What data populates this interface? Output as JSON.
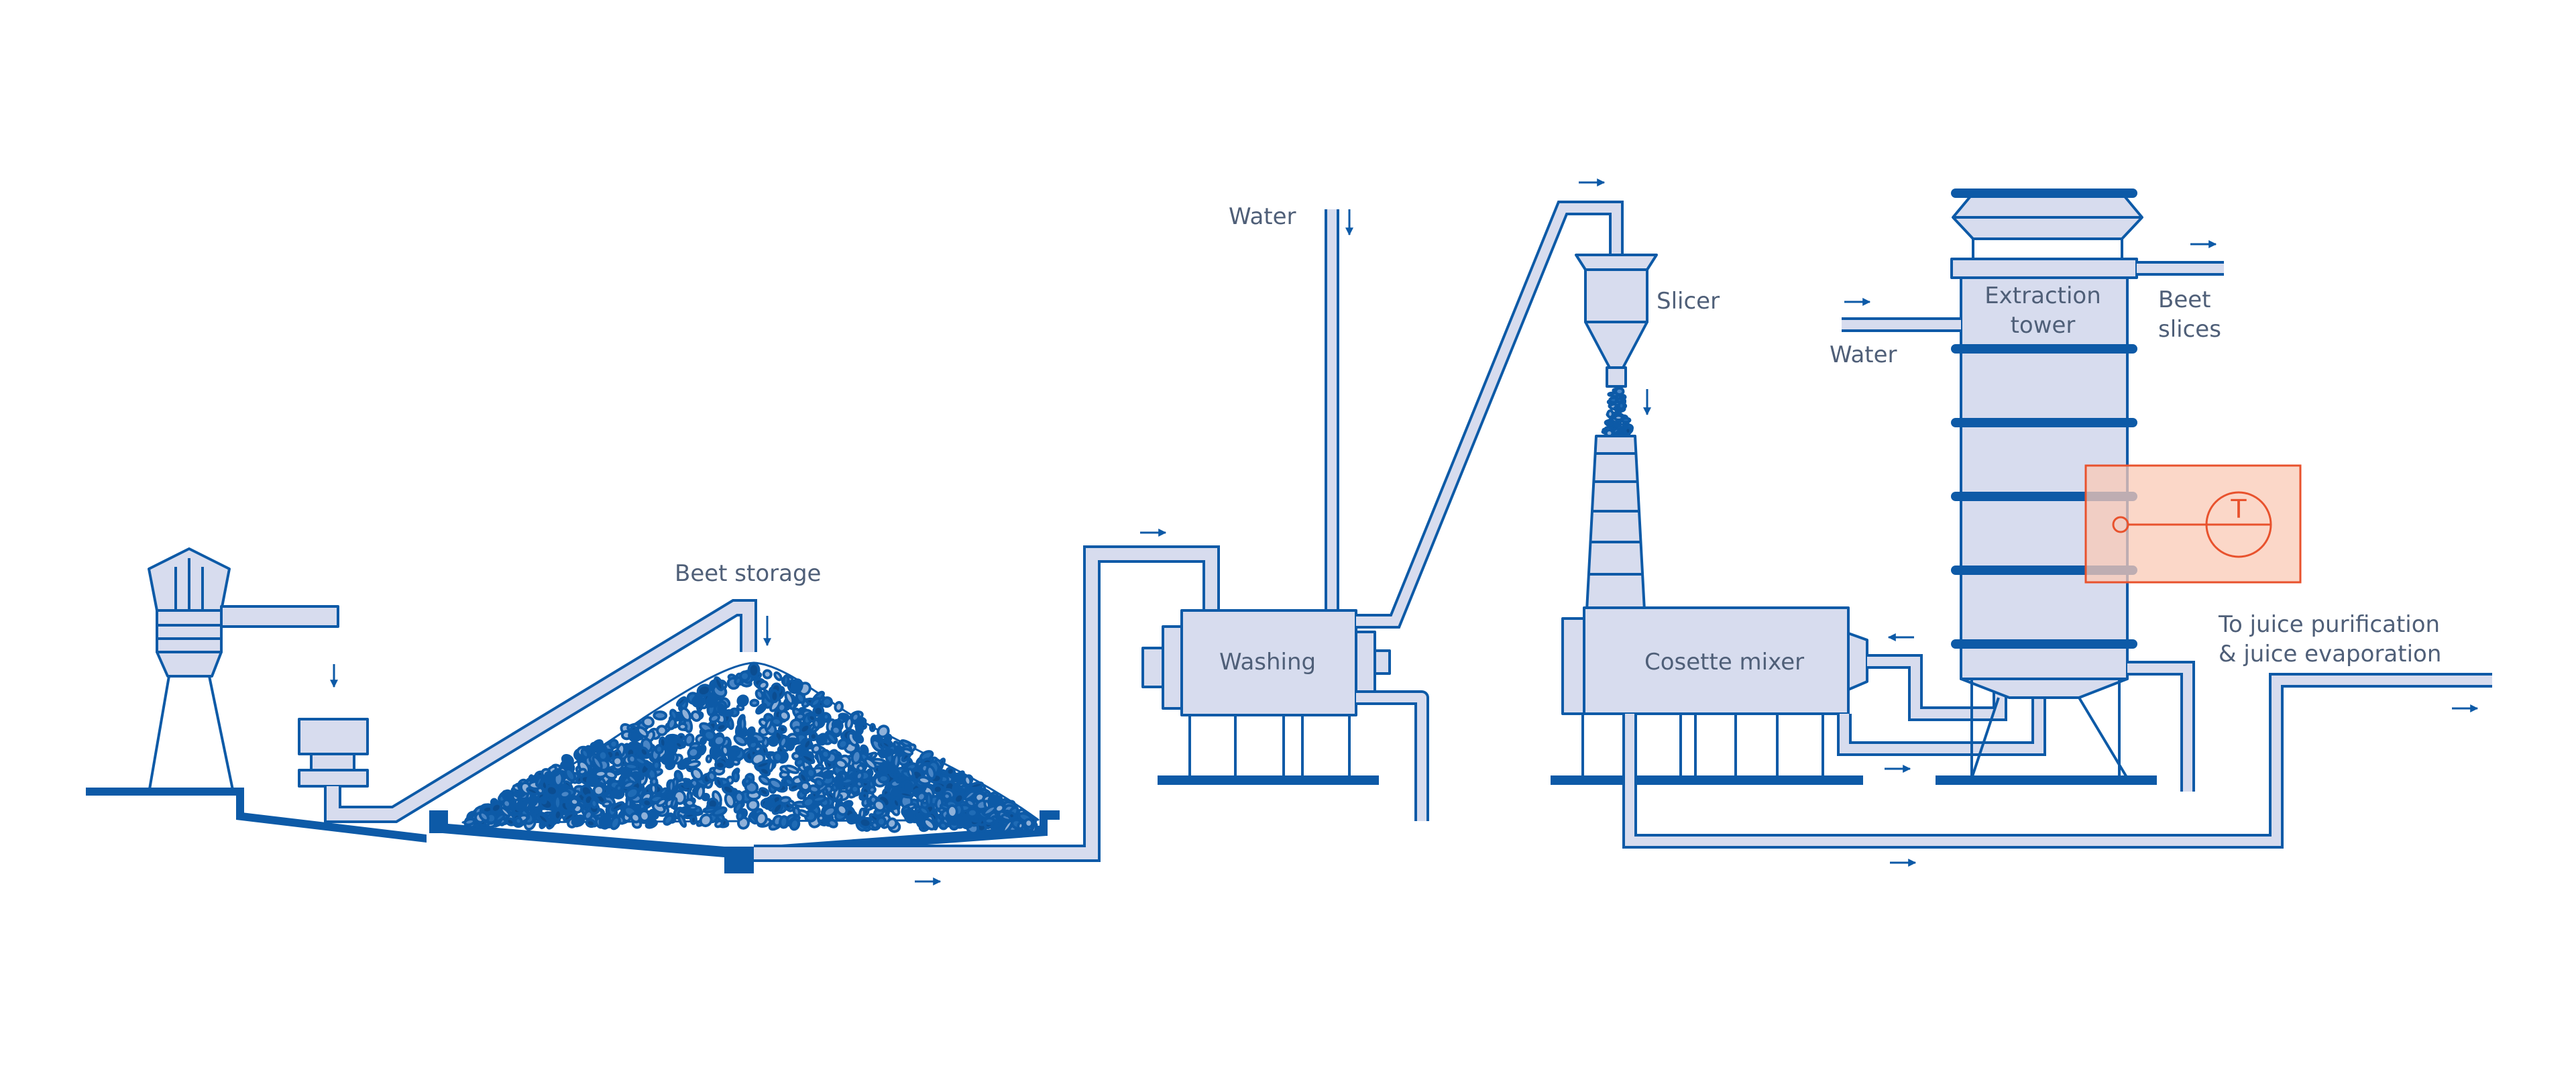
{
  "labels": {
    "beet_storage": "Beet storage",
    "water_top": "Water",
    "washing": "Washing",
    "slicer": "Slicer",
    "cosette_mixer": "Cosette mixer",
    "extraction_tower_line1": "Extraction",
    "extraction_tower_line2": "tower",
    "water_right": "Water",
    "beet_slices_line1": "Beet",
    "beet_slices_line2": "slices",
    "juice_line1": "To juice purification",
    "juice_line2": "& juice evaporation",
    "temp_symbol": "T"
  },
  "colors": {
    "line": "#0d5aa7",
    "fill": "#d7dcee",
    "text": "#4f5f78",
    "temp_stroke": "#e8522d",
    "temp_fill": "#f9c9b5"
  }
}
